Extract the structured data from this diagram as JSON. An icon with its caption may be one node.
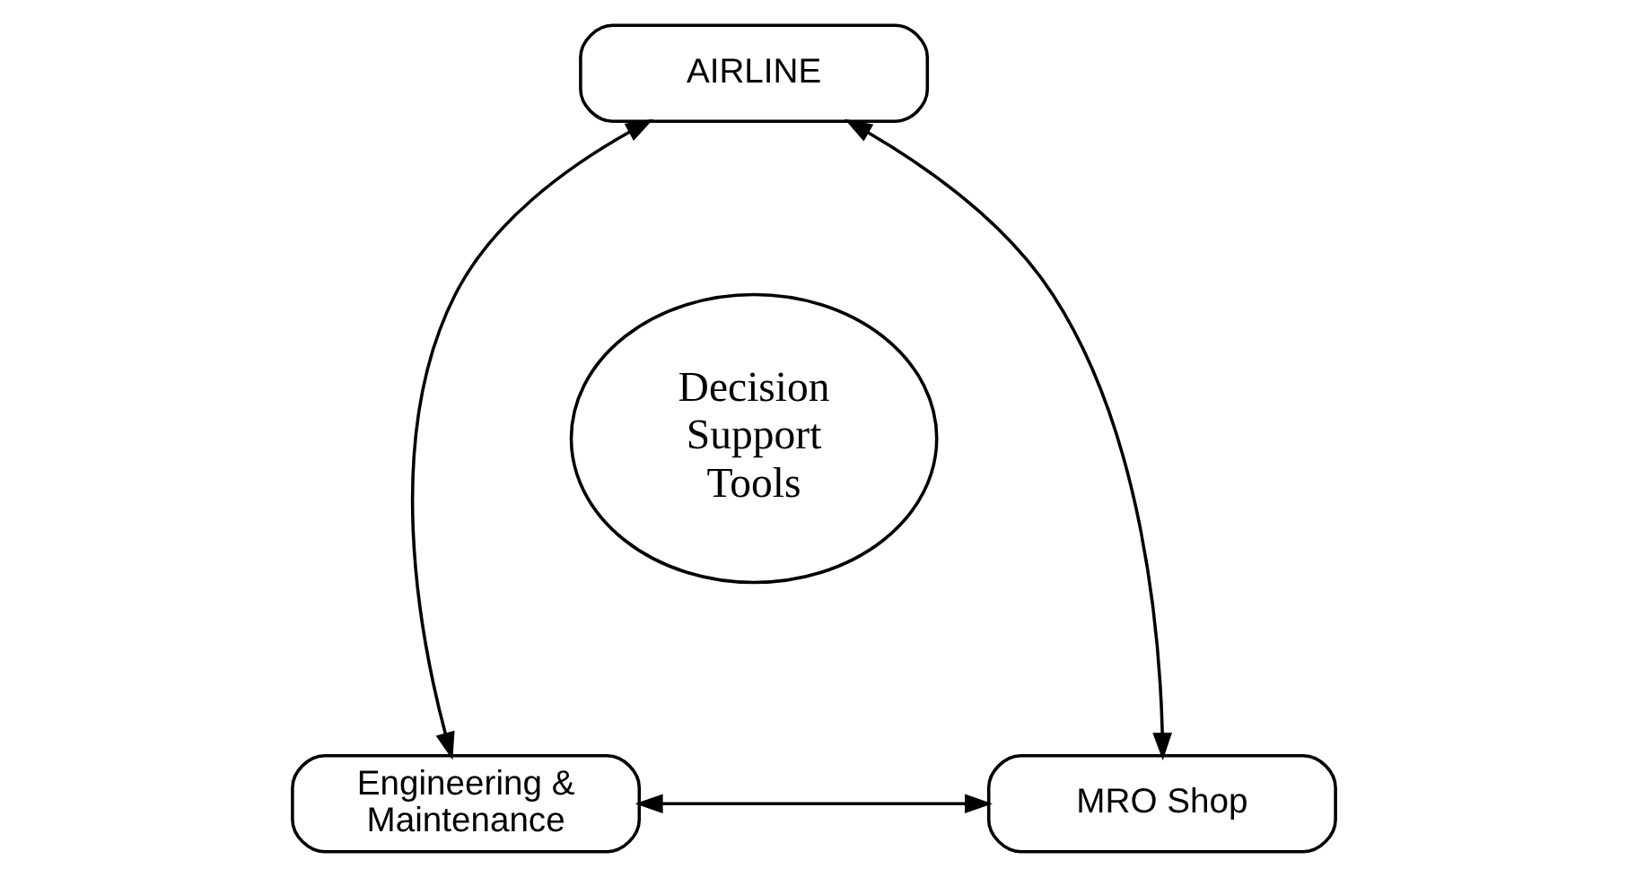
{
  "diagram": {
    "nodes": [
      {
        "text": [
          "AIRLINE"
        ]
      },
      {
        "text": [
          "Decision Support Tools"
        ]
      },
      {
        "text": [
          "Engineering & Maintenance"
        ]
      },
      {
        "text": [
          "MRO Shop"
        ]
      }
    ],
    "edges": [
      {
        "from": 0,
        "to": 2,
        "arrow": "both"
      },
      {
        "from": 0,
        "to": 3,
        "arrow": "both"
      },
      {
        "from": 2,
        "to": 3,
        "arrow": "both"
      }
    ]
  }
}
